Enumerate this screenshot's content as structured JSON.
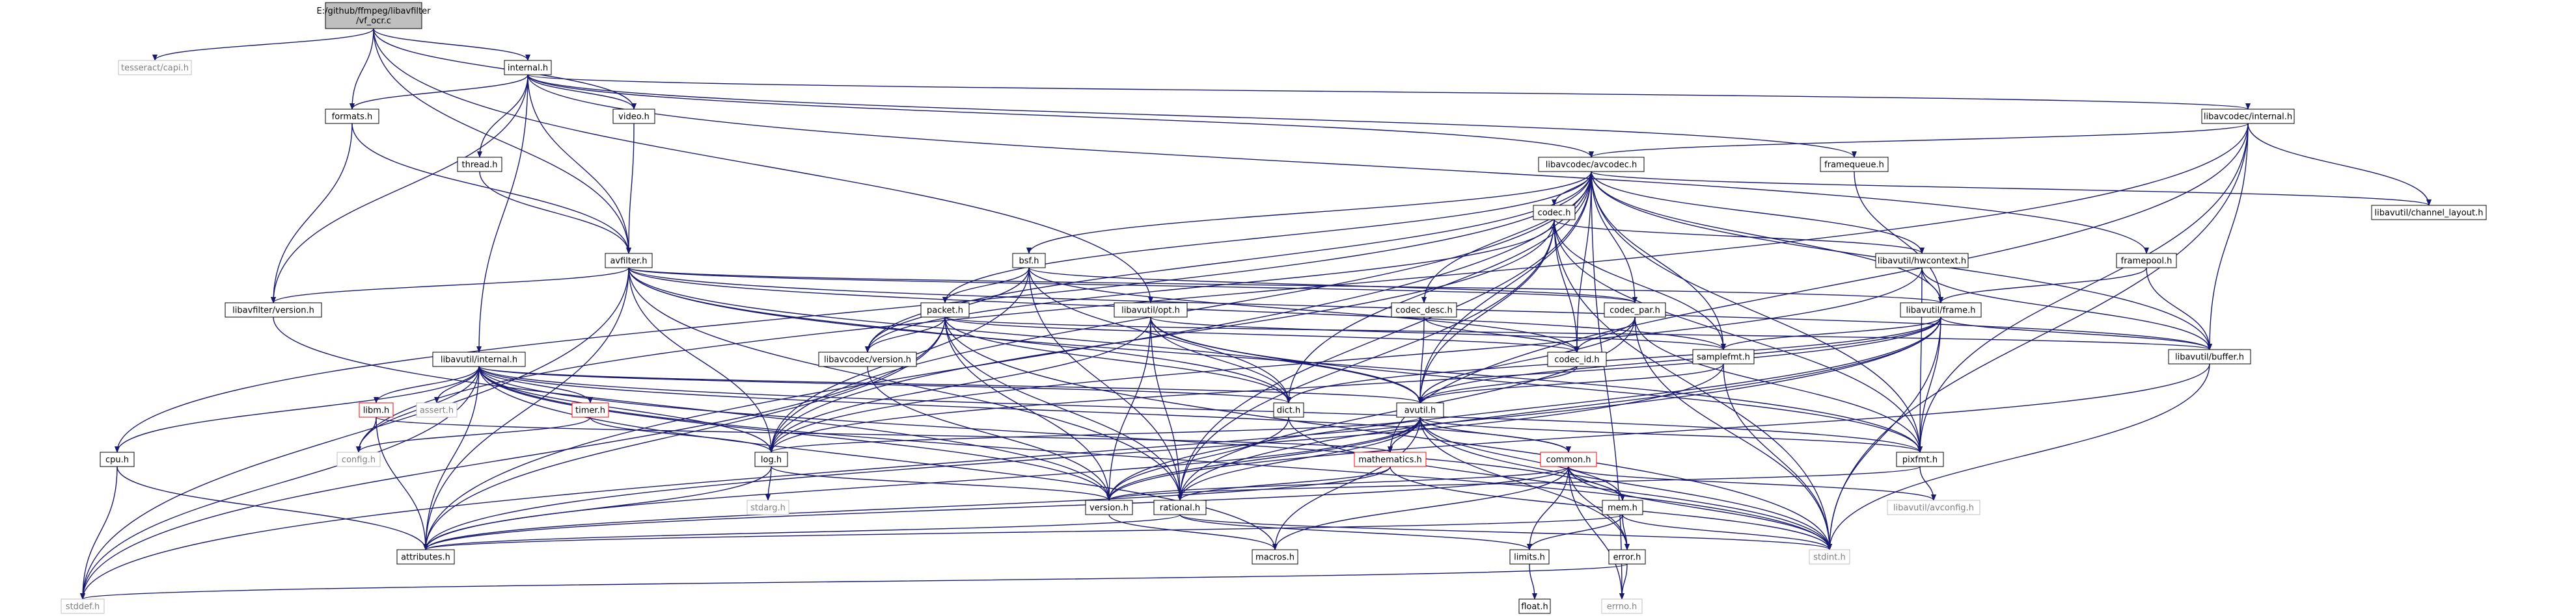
{
  "colors": {
    "edge": "#191970",
    "root_fill": "#bfbfbf",
    "normal_border": "#000000",
    "red_border": "#ff0000",
    "grey_border": "#bfbfbf"
  },
  "nodes": [
    {
      "id": "root",
      "lines": [
        "E:/github/ffmpeg/libavfilter",
        "/vf_ocr.c"
      ],
      "style": "root"
    },
    {
      "id": "tesseract",
      "lines": [
        "tesseract/capi.h"
      ],
      "style": "grey"
    },
    {
      "id": "internal",
      "lines": [
        "internal.h"
      ],
      "style": "normal"
    },
    {
      "id": "formats",
      "lines": [
        "formats.h"
      ],
      "style": "normal"
    },
    {
      "id": "video",
      "lines": [
        "video.h"
      ],
      "style": "normal"
    },
    {
      "id": "lavc_internal",
      "lines": [
        "libavcodec/internal.h"
      ],
      "style": "normal"
    },
    {
      "id": "thread",
      "lines": [
        "thread.h"
      ],
      "style": "normal"
    },
    {
      "id": "framequeue",
      "lines": [
        "framequeue.h"
      ],
      "style": "normal"
    },
    {
      "id": "avcodec",
      "lines": [
        "libavcodec/avcodec.h"
      ],
      "style": "normal"
    },
    {
      "id": "channel_layout",
      "lines": [
        "libavutil/channel_layout.h"
      ],
      "style": "normal"
    },
    {
      "id": "codec",
      "lines": [
        "codec.h"
      ],
      "style": "normal"
    },
    {
      "id": "bsf",
      "lines": [
        "bsf.h"
      ],
      "style": "normal"
    },
    {
      "id": "avfilter",
      "lines": [
        "avfilter.h"
      ],
      "style": "normal"
    },
    {
      "id": "hwcontext",
      "lines": [
        "libavutil/hwcontext.h"
      ],
      "style": "normal"
    },
    {
      "id": "framepool",
      "lines": [
        "framepool.h"
      ],
      "style": "normal"
    },
    {
      "id": "lavfi_version",
      "lines": [
        "libavfilter/version.h"
      ],
      "style": "normal"
    },
    {
      "id": "codec_desc",
      "lines": [
        "codec_desc.h"
      ],
      "style": "normal"
    },
    {
      "id": "codec_par",
      "lines": [
        "codec_par.h"
      ],
      "style": "normal"
    },
    {
      "id": "frame",
      "lines": [
        "libavutil/frame.h"
      ],
      "style": "normal"
    },
    {
      "id": "packet",
      "lines": [
        "packet.h"
      ],
      "style": "normal"
    },
    {
      "id": "opt",
      "lines": [
        "libavutil/opt.h"
      ],
      "style": "normal"
    },
    {
      "id": "samplefmt",
      "lines": [
        "samplefmt.h"
      ],
      "style": "normal"
    },
    {
      "id": "buffer",
      "lines": [
        "libavutil/buffer.h"
      ],
      "style": "normal"
    },
    {
      "id": "lavu_internal",
      "lines": [
        "libavutil/internal.h"
      ],
      "style": "normal"
    },
    {
      "id": "lavc_version",
      "lines": [
        "libavcodec/version.h"
      ],
      "style": "normal"
    },
    {
      "id": "codec_id",
      "lines": [
        "codec_id.h"
      ],
      "style": "normal"
    },
    {
      "id": "libm",
      "lines": [
        "libm.h"
      ],
      "style": "red"
    },
    {
      "id": "assert",
      "lines": [
        "assert.h"
      ],
      "style": "grey"
    },
    {
      "id": "timer",
      "lines": [
        "timer.h"
      ],
      "style": "red"
    },
    {
      "id": "dict",
      "lines": [
        "dict.h"
      ],
      "style": "normal"
    },
    {
      "id": "avutil",
      "lines": [
        "avutil.h"
      ],
      "style": "normal"
    },
    {
      "id": "cpu",
      "lines": [
        "cpu.h"
      ],
      "style": "normal"
    },
    {
      "id": "config",
      "lines": [
        "config.h"
      ],
      "style": "grey"
    },
    {
      "id": "log",
      "lines": [
        "log.h"
      ],
      "style": "normal"
    },
    {
      "id": "mathematics",
      "lines": [
        "mathematics.h"
      ],
      "style": "red"
    },
    {
      "id": "common",
      "lines": [
        "common.h"
      ],
      "style": "red"
    },
    {
      "id": "pixfmt",
      "lines": [
        "pixfmt.h"
      ],
      "style": "normal"
    },
    {
      "id": "avconfig",
      "lines": [
        "libavutil/avconfig.h"
      ],
      "style": "grey"
    },
    {
      "id": "stdarg",
      "lines": [
        "stdarg.h"
      ],
      "style": "grey"
    },
    {
      "id": "version",
      "lines": [
        "version.h"
      ],
      "style": "normal"
    },
    {
      "id": "rational",
      "lines": [
        "rational.h"
      ],
      "style": "normal"
    },
    {
      "id": "mem",
      "lines": [
        "mem.h"
      ],
      "style": "normal"
    },
    {
      "id": "attributes",
      "lines": [
        "attributes.h"
      ],
      "style": "normal"
    },
    {
      "id": "macros",
      "lines": [
        "macros.h"
      ],
      "style": "normal"
    },
    {
      "id": "limits",
      "lines": [
        "limits.h"
      ],
      "style": "normal"
    },
    {
      "id": "error",
      "lines": [
        "error.h"
      ],
      "style": "normal"
    },
    {
      "id": "stdint",
      "lines": [
        "stdint.h"
      ],
      "style": "grey"
    },
    {
      "id": "stddef",
      "lines": [
        "stddef.h"
      ],
      "style": "grey"
    },
    {
      "id": "errno",
      "lines": [
        "errno.h"
      ],
      "style": "grey"
    },
    {
      "id": "float",
      "lines": [
        "float.h"
      ],
      "style": "normal"
    }
  ],
  "edges": [
    [
      "root",
      "tesseract"
    ],
    [
      "root",
      "internal"
    ],
    [
      "root",
      "formats"
    ],
    [
      "root",
      "video"
    ],
    [
      "root",
      "avfilter"
    ],
    [
      "root",
      "opt"
    ],
    [
      "internal",
      "formats"
    ],
    [
      "internal",
      "video"
    ],
    [
      "internal",
      "lavc_internal"
    ],
    [
      "internal",
      "thread"
    ],
    [
      "internal",
      "framequeue"
    ],
    [
      "internal",
      "avfilter"
    ],
    [
      "internal",
      "lavfi_version"
    ],
    [
      "internal",
      "lavu_internal"
    ],
    [
      "internal",
      "framepool"
    ],
    [
      "internal",
      "avcodec"
    ],
    [
      "formats",
      "avfilter"
    ],
    [
      "formats",
      "lavfi_version"
    ],
    [
      "video",
      "avfilter"
    ],
    [
      "thread",
      "avfilter"
    ],
    [
      "lavc_internal",
      "avcodec"
    ],
    [
      "lavc_internal",
      "channel_layout"
    ],
    [
      "lavc_internal",
      "buffer"
    ],
    [
      "lavc_internal",
      "pixfmt"
    ],
    [
      "lavc_internal",
      "mathematics"
    ],
    [
      "lavc_internal",
      "stdint"
    ],
    [
      "lavc_internal",
      "config"
    ],
    [
      "framequeue",
      "frame"
    ],
    [
      "avcodec",
      "codec"
    ],
    [
      "avcodec",
      "bsf"
    ],
    [
      "avcodec",
      "channel_layout"
    ],
    [
      "avcodec",
      "hwcontext"
    ],
    [
      "avcodec",
      "frame"
    ],
    [
      "avcodec",
      "buffer"
    ],
    [
      "avcodec",
      "codec_desc"
    ],
    [
      "avcodec",
      "codec_par"
    ],
    [
      "avcodec",
      "codec_id"
    ],
    [
      "avcodec",
      "lavc_version"
    ],
    [
      "avcodec",
      "samplefmt"
    ],
    [
      "avcodec",
      "dict"
    ],
    [
      "avcodec",
      "avutil"
    ],
    [
      "avcodec",
      "log"
    ],
    [
      "avcodec",
      "pixfmt"
    ],
    [
      "avcodec",
      "rational"
    ],
    [
      "avcodec",
      "attributes"
    ],
    [
      "avcodec",
      "errno"
    ],
    [
      "avcodec",
      "packet"
    ],
    [
      "avcodec",
      "cpu"
    ],
    [
      "codec",
      "hwcontext"
    ],
    [
      "codec",
      "codec_id"
    ],
    [
      "codec",
      "avutil"
    ],
    [
      "codec",
      "log"
    ],
    [
      "codec",
      "pixfmt"
    ],
    [
      "codec",
      "rational"
    ],
    [
      "codec",
      "samplefmt"
    ],
    [
      "codec",
      "lavc_version"
    ],
    [
      "codec",
      "stdint"
    ],
    [
      "bsf",
      "codec_par"
    ],
    [
      "bsf",
      "packet"
    ],
    [
      "bsf",
      "codec_id"
    ],
    [
      "bsf",
      "dict"
    ],
    [
      "bsf",
      "log"
    ],
    [
      "bsf",
      "rational"
    ],
    [
      "bsf",
      "lavc_version"
    ],
    [
      "avfilter",
      "attributes"
    ],
    [
      "avfilter",
      "avutil"
    ],
    [
      "avfilter",
      "buffer"
    ],
    [
      "avfilter",
      "dict"
    ],
    [
      "avfilter",
      "frame"
    ],
    [
      "avfilter",
      "log"
    ],
    [
      "avfilter",
      "samplefmt"
    ],
    [
      "avfilter",
      "pixfmt"
    ],
    [
      "avfilter",
      "rational"
    ],
    [
      "avfilter",
      "lavfi_version"
    ],
    [
      "avfilter",
      "stddef"
    ],
    [
      "avfilter",
      "codec_par"
    ],
    [
      "hwcontext",
      "buffer"
    ],
    [
      "hwcontext",
      "frame"
    ],
    [
      "hwcontext",
      "log"
    ],
    [
      "hwcontext",
      "pixfmt"
    ],
    [
      "framepool",
      "buffer"
    ],
    [
      "framepool",
      "frame"
    ],
    [
      "lavfi_version",
      "version"
    ],
    [
      "codec_desc",
      "avutil"
    ],
    [
      "codec_desc",
      "codec_id"
    ],
    [
      "codec_par",
      "avutil"
    ],
    [
      "codec_par",
      "codec_id"
    ],
    [
      "codec_par",
      "pixfmt"
    ],
    [
      "codec_par",
      "rational"
    ],
    [
      "codec_par",
      "stdint"
    ],
    [
      "frame",
      "avutil"
    ],
    [
      "frame",
      "buffer"
    ],
    [
      "frame",
      "dict"
    ],
    [
      "frame",
      "rational"
    ],
    [
      "frame",
      "samplefmt"
    ],
    [
      "frame",
      "pixfmt"
    ],
    [
      "frame",
      "version"
    ],
    [
      "frame",
      "stdint"
    ],
    [
      "frame",
      "stddef"
    ],
    [
      "frame",
      "log"
    ],
    [
      "packet",
      "attributes"
    ],
    [
      "packet",
      "buffer"
    ],
    [
      "packet",
      "dict"
    ],
    [
      "packet",
      "rational"
    ],
    [
      "packet",
      "codec_id"
    ],
    [
      "packet",
      "lavc_version"
    ],
    [
      "packet",
      "stddef"
    ],
    [
      "packet",
      "stdint"
    ],
    [
      "packet",
      "version"
    ],
    [
      "opt",
      "rational"
    ],
    [
      "opt",
      "avutil"
    ],
    [
      "opt",
      "dict"
    ],
    [
      "opt",
      "log"
    ],
    [
      "opt",
      "pixfmt"
    ],
    [
      "opt",
      "samplefmt"
    ],
    [
      "opt",
      "version"
    ],
    [
      "samplefmt",
      "avutil"
    ],
    [
      "samplefmt",
      "attributes"
    ],
    [
      "samplefmt",
      "stdint"
    ],
    [
      "buffer",
      "stdint"
    ],
    [
      "buffer",
      "version"
    ],
    [
      "lavu_internal",
      "libm"
    ],
    [
      "lavu_internal",
      "assert"
    ],
    [
      "lavu_internal",
      "timer"
    ],
    [
      "lavu_internal",
      "dict"
    ],
    [
      "lavu_internal",
      "avutil"
    ],
    [
      "lavu_internal",
      "cpu"
    ],
    [
      "lavu_internal",
      "config"
    ],
    [
      "lavu_internal",
      "attributes"
    ],
    [
      "lavu_internal",
      "pixfmt"
    ],
    [
      "lavu_internal",
      "common"
    ],
    [
      "lavu_internal",
      "version"
    ],
    [
      "lavu_internal",
      "stddef"
    ],
    [
      "lavu_internal",
      "stdint"
    ],
    [
      "lavu_internal",
      "macros"
    ],
    [
      "lavu_internal",
      "mem"
    ],
    [
      "lavu_internal",
      "log"
    ],
    [
      "lavc_version",
      "version"
    ],
    [
      "codec_id",
      "avutil"
    ],
    [
      "libm",
      "attributes"
    ],
    [
      "libm",
      "config"
    ],
    [
      "libm",
      "mathematics"
    ],
    [
      "timer",
      "config"
    ],
    [
      "timer",
      "log"
    ],
    [
      "dict",
      "stdint"
    ],
    [
      "dict",
      "version"
    ],
    [
      "avutil",
      "common"
    ],
    [
      "avutil",
      "error"
    ],
    [
      "avutil",
      "mathematics"
    ],
    [
      "avutil",
      "log"
    ],
    [
      "avutil",
      "pixfmt"
    ],
    [
      "avutil",
      "rational"
    ],
    [
      "avutil",
      "version"
    ],
    [
      "avutil",
      "macros"
    ],
    [
      "avutil",
      "mem"
    ],
    [
      "avutil",
      "attributes"
    ],
    [
      "avutil",
      "stdint"
    ],
    [
      "cpu",
      "attributes"
    ],
    [
      "cpu",
      "stddef"
    ],
    [
      "log",
      "attributes"
    ],
    [
      "log",
      "stdarg"
    ],
    [
      "log",
      "version"
    ],
    [
      "mathematics",
      "rational"
    ],
    [
      "mathematics",
      "attributes"
    ],
    [
      "mathematics",
      "stdint"
    ],
    [
      "common",
      "attributes"
    ],
    [
      "common",
      "macros"
    ],
    [
      "common",
      "version"
    ],
    [
      "common",
      "mem"
    ],
    [
      "common",
      "avconfig"
    ],
    [
      "common",
      "limits"
    ],
    [
      "common",
      "errno"
    ],
    [
      "common",
      "stdint"
    ],
    [
      "common",
      "error"
    ],
    [
      "pixfmt",
      "avconfig"
    ],
    [
      "pixfmt",
      "version"
    ],
    [
      "version",
      "macros"
    ],
    [
      "rational",
      "attributes"
    ],
    [
      "rational",
      "stdint"
    ],
    [
      "rational",
      "limits"
    ],
    [
      "mem",
      "attributes"
    ],
    [
      "mem",
      "error"
    ],
    [
      "mem",
      "stdint"
    ],
    [
      "mem",
      "limits"
    ],
    [
      "limits",
      "float"
    ],
    [
      "error",
      "errno"
    ],
    [
      "error",
      "stddef"
    ]
  ]
}
